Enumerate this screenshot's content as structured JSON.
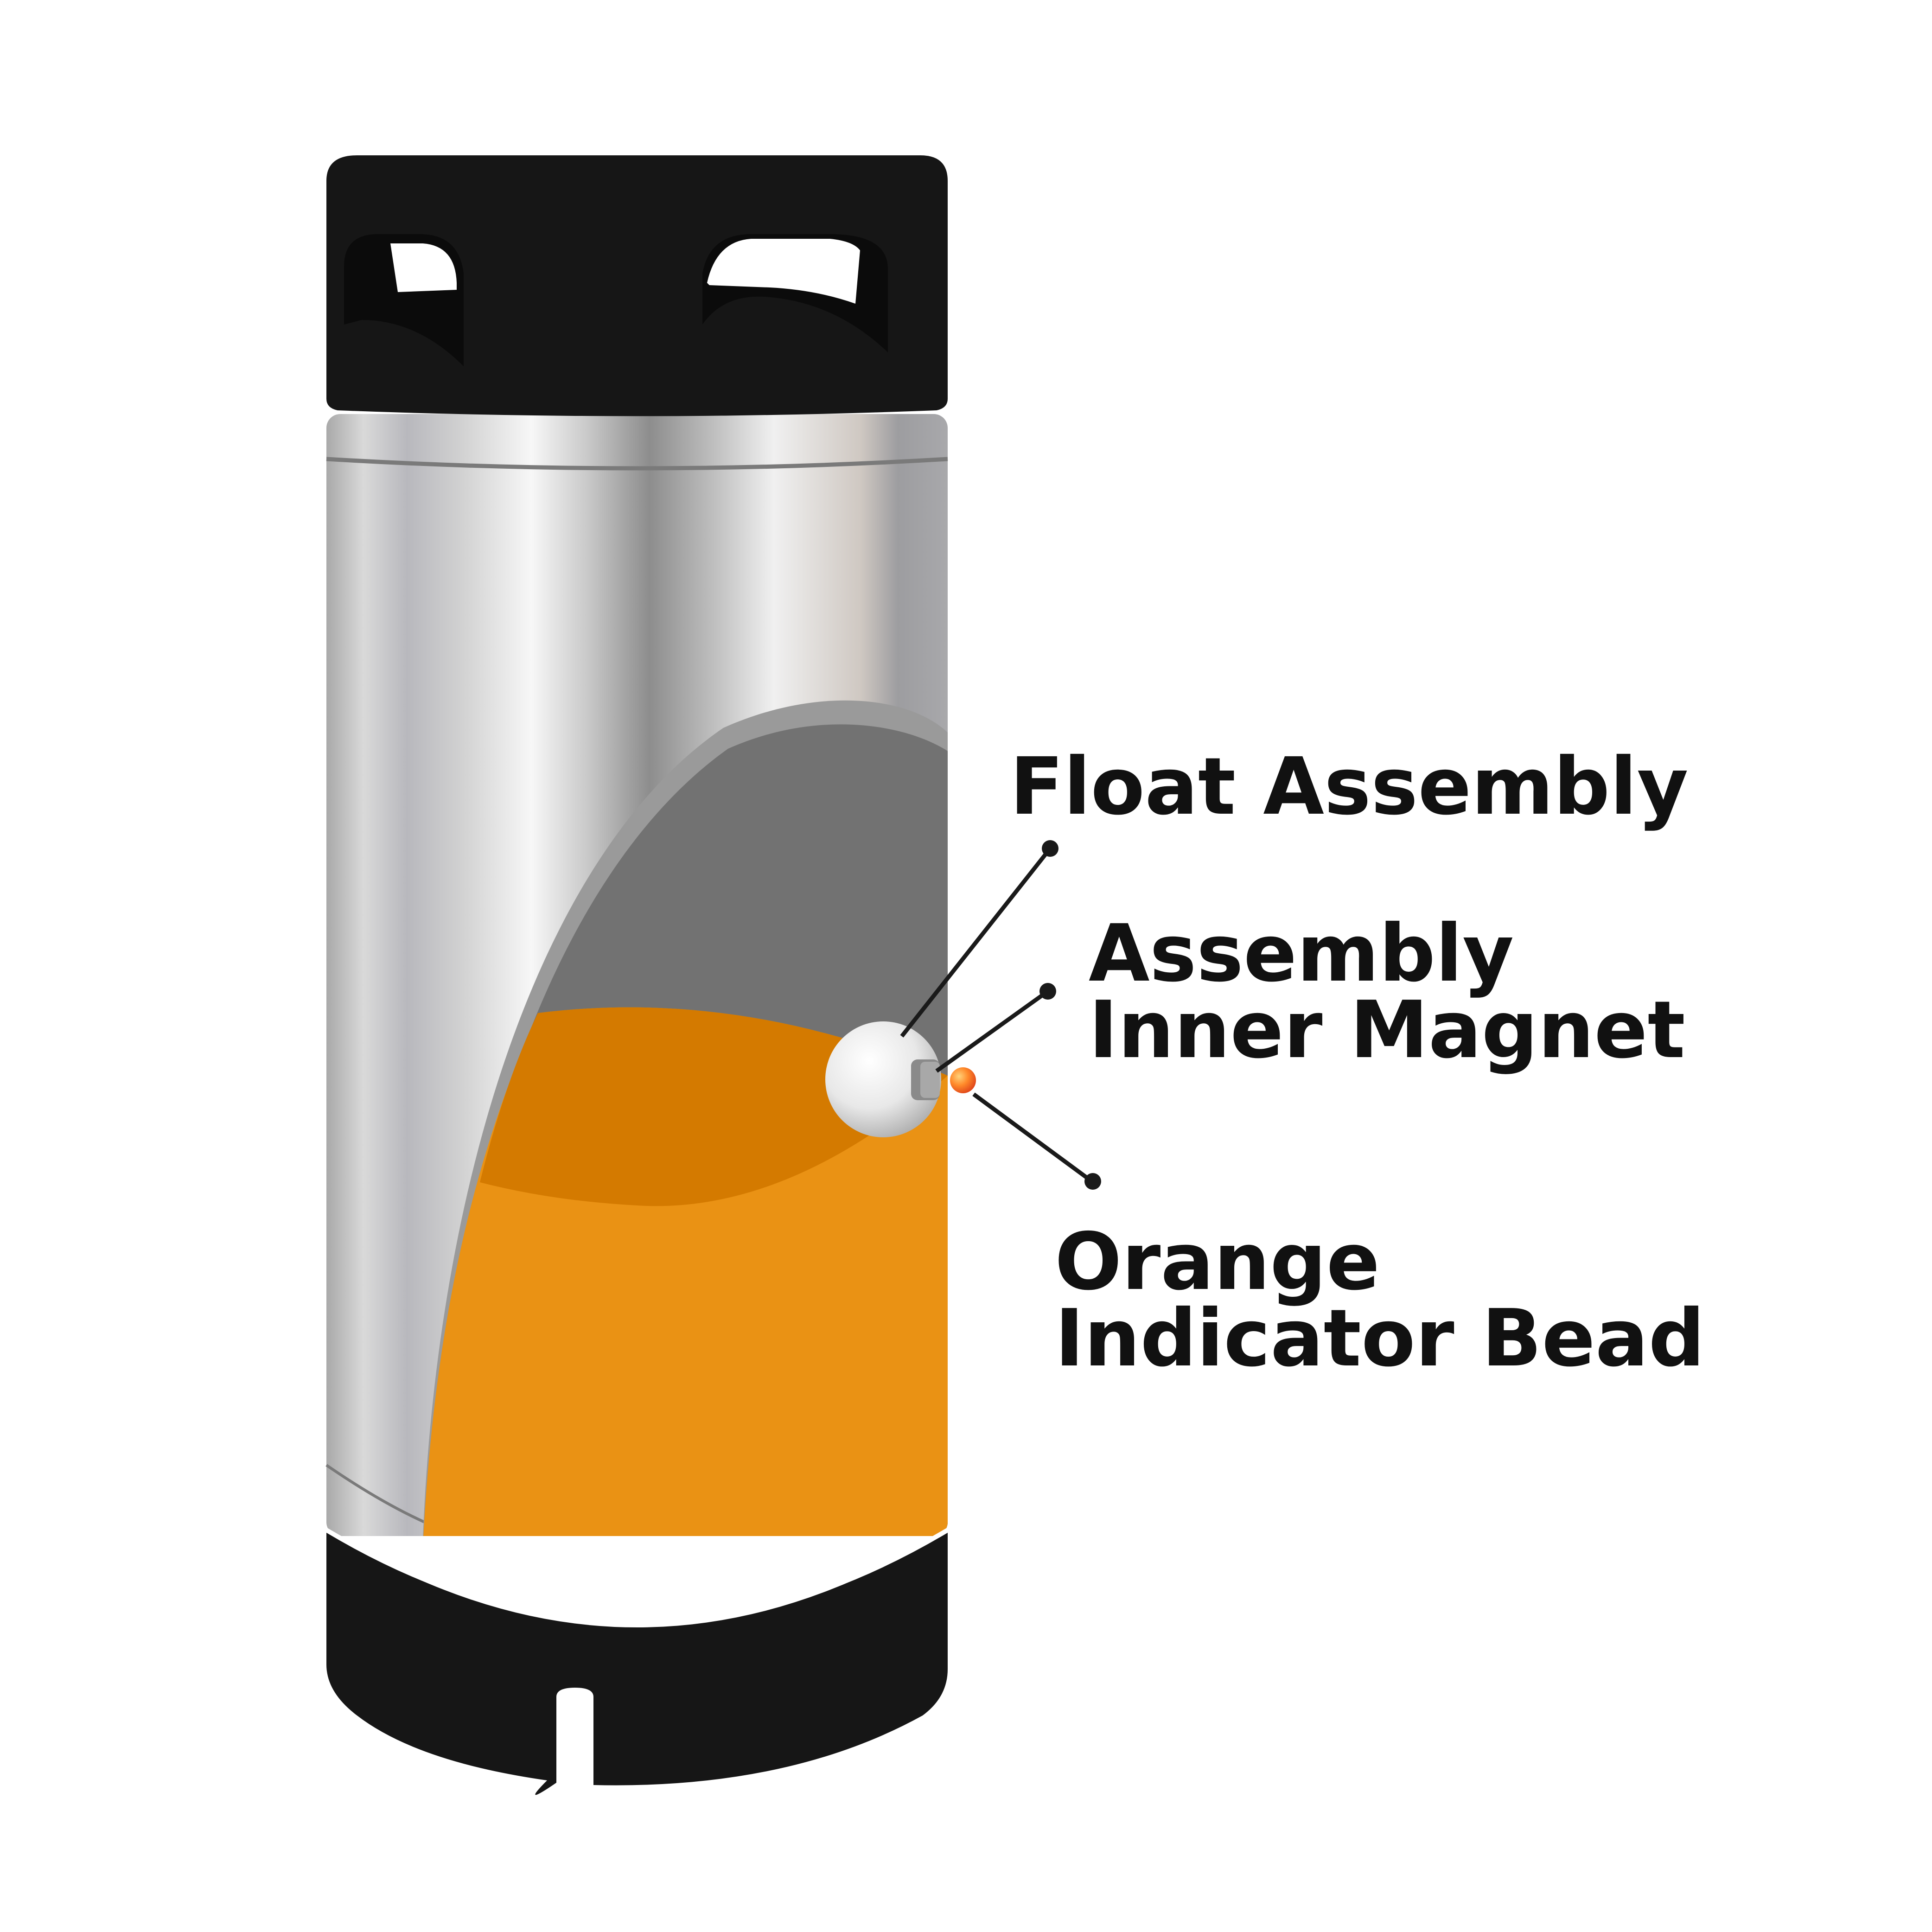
{
  "labels": {
    "float_assembly": "Float Assembly",
    "inner_magnet_line1": "Assembly",
    "inner_magnet_line2": "Inner Magnet",
    "bead_line1": "Orange",
    "bead_line2": "Indicator Bead"
  },
  "colors": {
    "background": "#ffffff",
    "rubber": "#161616",
    "steel_light": "#f2f2f2",
    "steel_dark": "#8c8c8c",
    "cutaway_interior": "#727272",
    "liquid": "#ea9214",
    "liquid_surface": "#d47a00",
    "float": "#e6e6e6",
    "bead": "#ff7a1a",
    "leader": "#1a1a1a",
    "text": "#111111"
  }
}
